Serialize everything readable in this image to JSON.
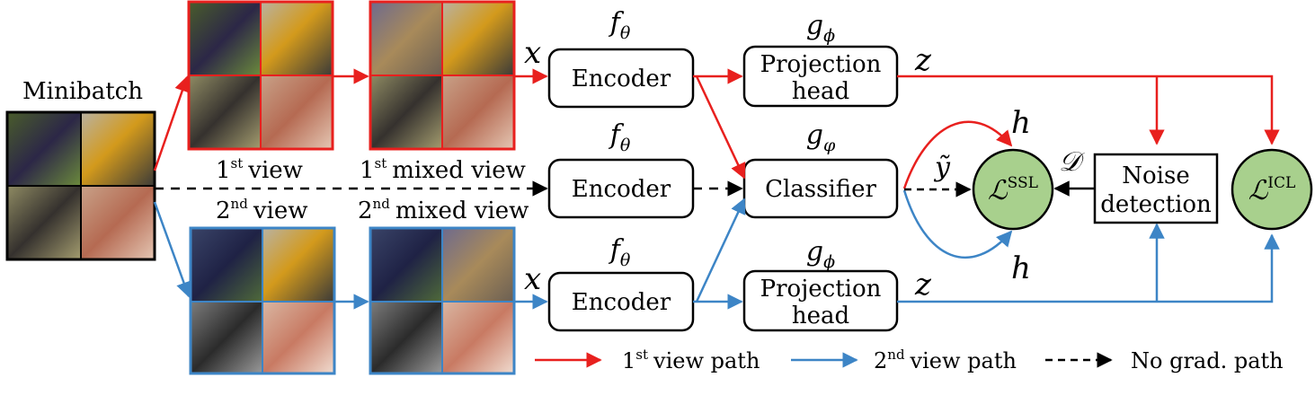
{
  "minibatch": {
    "label": "Minibatch"
  },
  "views": {
    "first_view": {
      "label": "view",
      "ordinal": "st",
      "num": "1"
    },
    "first_mixed_view": {
      "label": "mixed view",
      "ordinal": "st",
      "num": "1"
    },
    "second_view": {
      "label": "view",
      "ordinal": "nd",
      "num": "2"
    },
    "second_mixed_view": {
      "label": "mixed view",
      "ordinal": "nd",
      "num": "2"
    }
  },
  "nodes": {
    "encoder_top": {
      "label": "Encoder",
      "symbol": "f",
      "subscript": "θ"
    },
    "encoder_mid": {
      "label": "Encoder",
      "symbol": "f",
      "subscript": "θ"
    },
    "encoder_bot": {
      "label": "Encoder",
      "symbol": "f",
      "subscript": "θ"
    },
    "projection_top": {
      "line1": "Projection",
      "line2": "head",
      "symbol": "g",
      "subscript": "ϕ"
    },
    "classifier": {
      "label": "Classifier",
      "symbol": "g",
      "subscript": "φ"
    },
    "projection_bot": {
      "line1": "Projection",
      "line2": "head",
      "symbol": "g",
      "subscript": "ϕ"
    },
    "noise_detection": {
      "line1": "Noise",
      "line2": "detection"
    },
    "loss_ssl": {
      "symbol": "ℒ",
      "superscript": "SSL"
    },
    "loss_icl": {
      "symbol": "ℒ",
      "superscript": "ICL"
    }
  },
  "edge_labels": {
    "x_top": "x",
    "x_bot": "x",
    "z_top": "z",
    "z_bot": "z",
    "h_top": "h",
    "h_bot": "h",
    "y_tilde": "ỹ",
    "d": "𝒟"
  },
  "legend": {
    "first_path": {
      "num": "1",
      "ordinal": "st",
      "text": "view path"
    },
    "second_path": {
      "num": "2",
      "ordinal": "nd",
      "text": "view path"
    },
    "no_grad": {
      "text": "No grad. path"
    }
  },
  "colors": {
    "red": "#e8201e",
    "blue": "#3d85c6",
    "green": "#a8d08d",
    "black": "#000000"
  }
}
